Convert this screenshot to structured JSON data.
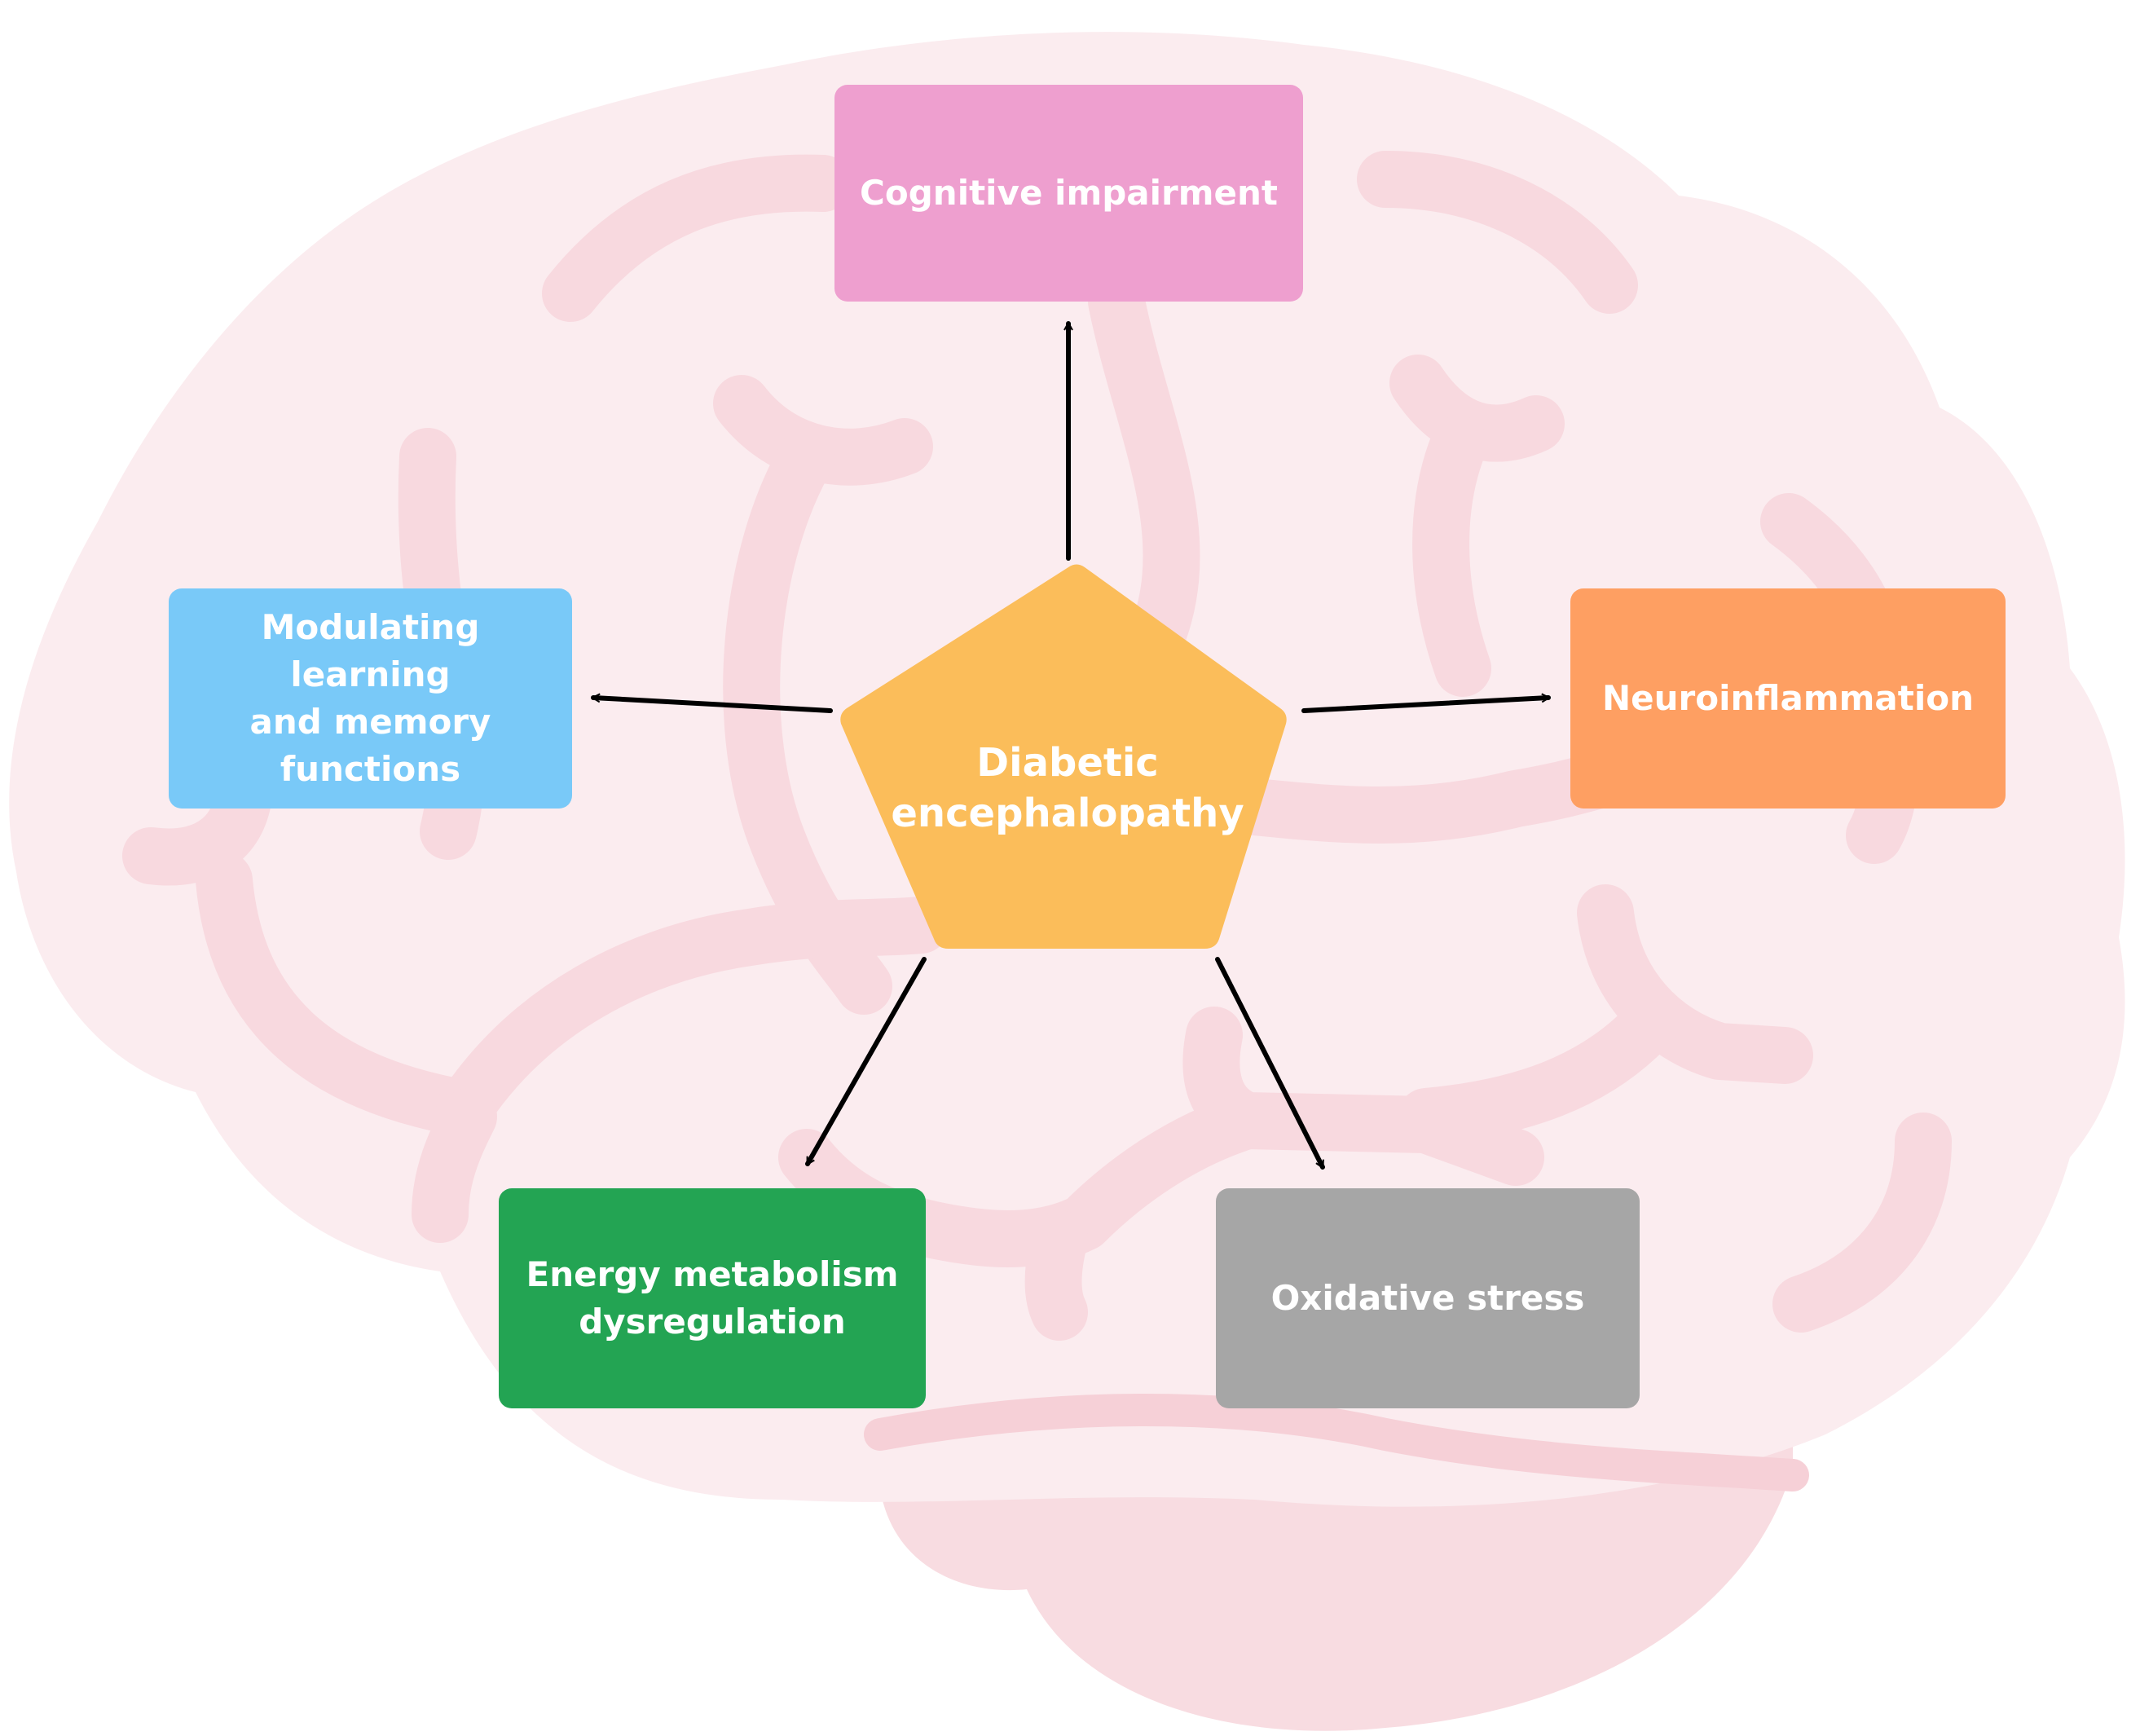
{
  "diagram": {
    "center": {
      "label_line1": "Diabetic",
      "label_line2": "encephalopathy",
      "color": "#fbbd5a"
    },
    "nodes": {
      "top": {
        "line1": "Cognitive impairment",
        "color": "#ee9fcf"
      },
      "left": {
        "line1": "Modulating learning",
        "line2": "and memory functions",
        "color": "#79c9f8"
      },
      "right": {
        "line1": "Neuroinflammation",
        "color": "#fe9f62"
      },
      "bottom_left": {
        "line1": "Energy metabolism",
        "line2": "dysregulation",
        "color": "#23a453"
      },
      "bottom_right": {
        "line1": "Oxidative stress",
        "color": "#a6a6a6"
      }
    },
    "background": {
      "shape": "brain-illustration",
      "fill": "#fbecef",
      "fold_color": "#f8d9df",
      "shadow": "#f6d0d7"
    },
    "arrow_color": "#000000"
  }
}
